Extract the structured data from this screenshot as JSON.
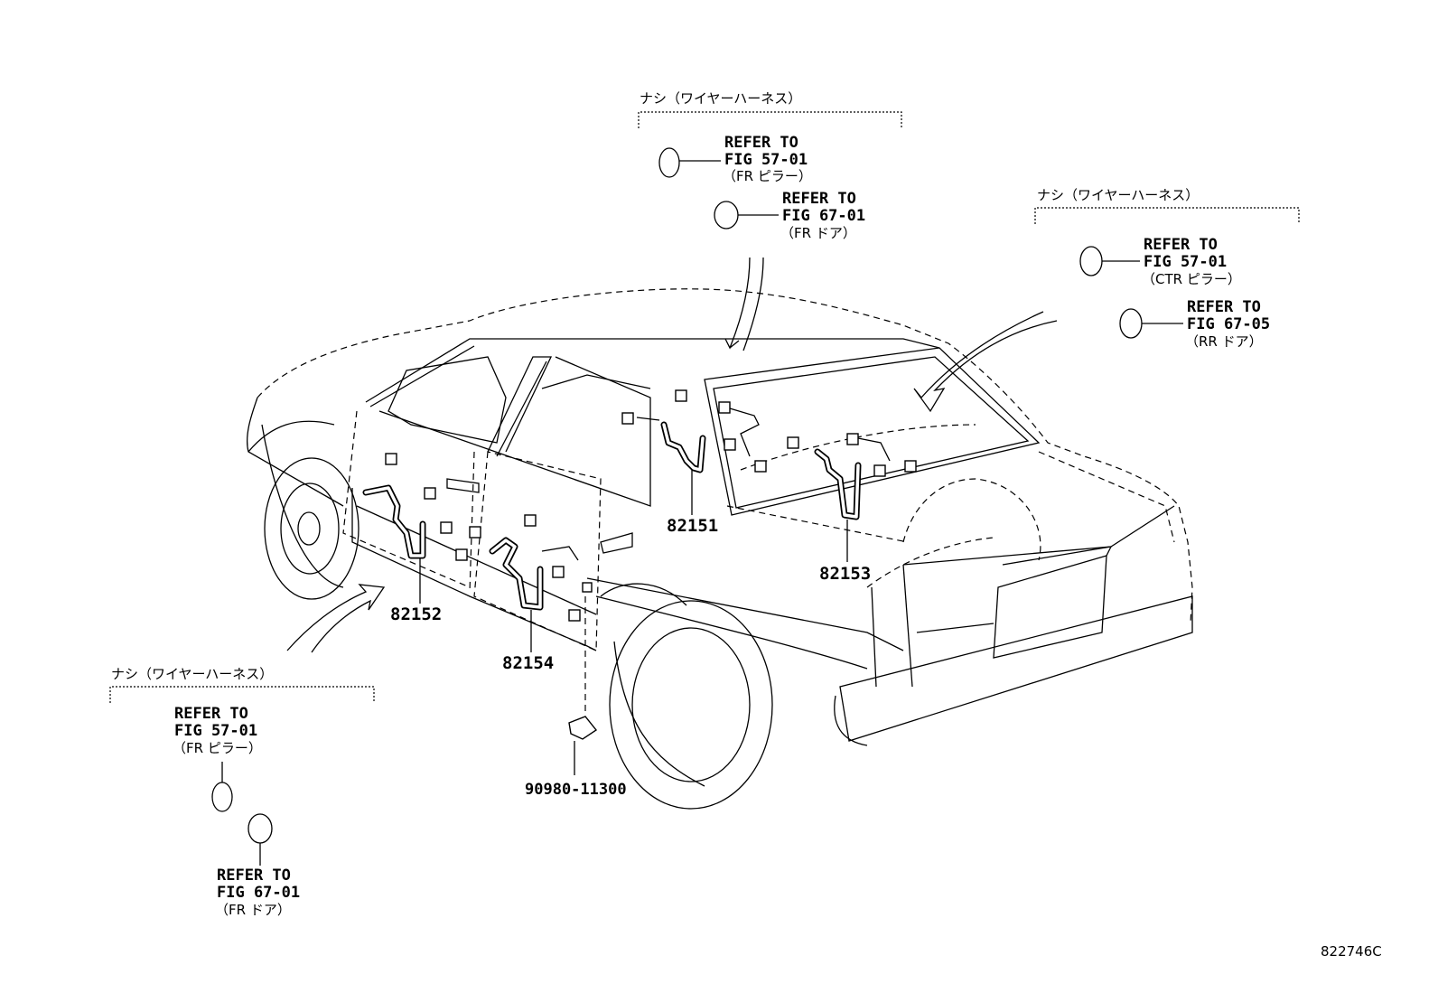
{
  "illustration_id": "822746C",
  "groups": [
    {
      "id": "top-left",
      "heading": "ナシ（ワイヤーハーネス）",
      "refs": [
        {
          "line1": "REFER TO",
          "line2": "FIG 57-01",
          "line3": "（FR ピラー）"
        },
        {
          "line1": "REFER TO",
          "line2": "FIG 67-01",
          "line3": "（FR ドア）"
        }
      ]
    },
    {
      "id": "top-right",
      "heading": "ナシ（ワイヤーハーネス）",
      "refs": [
        {
          "line1": "REFER TO",
          "line2": "FIG 57-01",
          "line3": "（CTR ピラー）"
        },
        {
          "line1": "REFER TO",
          "line2": "FIG 67-05",
          "line3": "（RR ドア）"
        }
      ]
    },
    {
      "id": "bottom-left",
      "heading": "ナシ（ワイヤーハーネス）",
      "refs": [
        {
          "line1": "REFER TO",
          "line2": "FIG 57-01",
          "line3": "（FR ピラー）"
        },
        {
          "line1": "REFER TO",
          "line2": "FIG 67-01",
          "line3": "（FR ドア）"
        }
      ]
    }
  ],
  "part_numbers": [
    "82151",
    "82152",
    "82153",
    "82154",
    "90980-11300"
  ]
}
